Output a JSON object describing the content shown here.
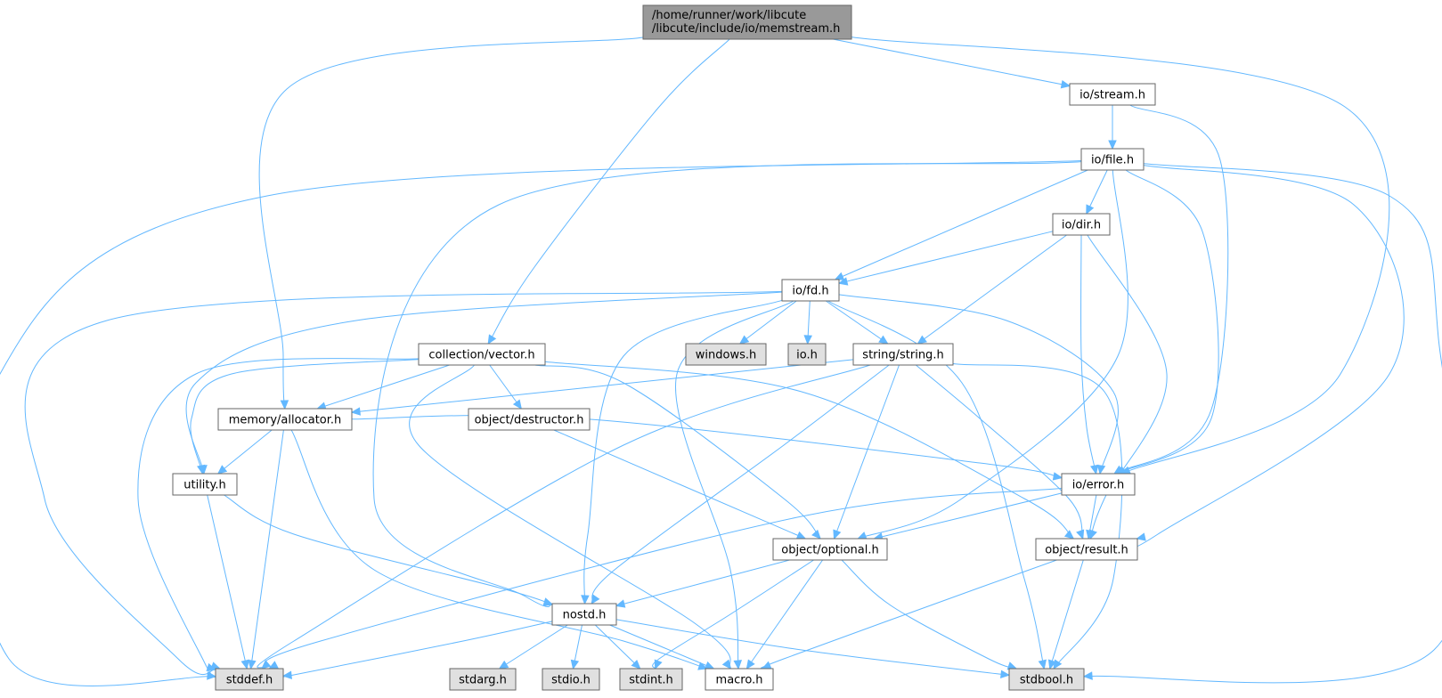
{
  "graph": {
    "root_label": [
      "/home/runner/work/libcute",
      "/libcute/include/io/memstream.h"
    ],
    "colors": {
      "edge": "#63b8ff",
      "root_fill": "#999999",
      "local_fill": "#ffffff",
      "system_fill": "#e0e0e0",
      "border": "#666666"
    },
    "nodes": [
      {
        "id": "memstream",
        "label": [
          "/home/runner/work/libcute",
          "/libcute/include/io/memstream.h"
        ],
        "kind": "root"
      },
      {
        "id": "stream",
        "label": [
          "io/stream.h"
        ],
        "kind": "local"
      },
      {
        "id": "file",
        "label": [
          "io/file.h"
        ],
        "kind": "local"
      },
      {
        "id": "dir",
        "label": [
          "io/dir.h"
        ],
        "kind": "local"
      },
      {
        "id": "fd",
        "label": [
          "io/fd.h"
        ],
        "kind": "local"
      },
      {
        "id": "windows",
        "label": [
          "windows.h"
        ],
        "kind": "system"
      },
      {
        "id": "ioh",
        "label": [
          "io.h"
        ],
        "kind": "system"
      },
      {
        "id": "string",
        "label": [
          "string/string.h"
        ],
        "kind": "local"
      },
      {
        "id": "vector",
        "label": [
          "collection/vector.h"
        ],
        "kind": "local"
      },
      {
        "id": "allocator",
        "label": [
          "memory/allocator.h"
        ],
        "kind": "local"
      },
      {
        "id": "destructor",
        "label": [
          "object/destructor.h"
        ],
        "kind": "local"
      },
      {
        "id": "utility",
        "label": [
          "utility.h"
        ],
        "kind": "local"
      },
      {
        "id": "error",
        "label": [
          "io/error.h"
        ],
        "kind": "local"
      },
      {
        "id": "optional",
        "label": [
          "object/optional.h"
        ],
        "kind": "local"
      },
      {
        "id": "result",
        "label": [
          "object/result.h"
        ],
        "kind": "local"
      },
      {
        "id": "nostd",
        "label": [
          "nostd.h"
        ],
        "kind": "local"
      },
      {
        "id": "stddef",
        "label": [
          "stddef.h"
        ],
        "kind": "system"
      },
      {
        "id": "stdarg",
        "label": [
          "stdarg.h"
        ],
        "kind": "system"
      },
      {
        "id": "stdio",
        "label": [
          "stdio.h"
        ],
        "kind": "system"
      },
      {
        "id": "stdint",
        "label": [
          "stdint.h"
        ],
        "kind": "system"
      },
      {
        "id": "macro",
        "label": [
          "macro.h"
        ],
        "kind": "local"
      },
      {
        "id": "stdbool",
        "label": [
          "stdbool.h"
        ],
        "kind": "system"
      }
    ],
    "edges": [
      [
        "memstream",
        "stream"
      ],
      [
        "memstream",
        "error"
      ],
      [
        "memstream",
        "vector"
      ],
      [
        "memstream",
        "allocator"
      ],
      [
        "stream",
        "file"
      ],
      [
        "stream",
        "error"
      ],
      [
        "file",
        "dir"
      ],
      [
        "file",
        "fd"
      ],
      [
        "file",
        "error"
      ],
      [
        "file",
        "optional"
      ],
      [
        "file",
        "result"
      ],
      [
        "file",
        "stddef"
      ],
      [
        "file",
        "nostd"
      ],
      [
        "file",
        "stdbool"
      ],
      [
        "dir",
        "fd"
      ],
      [
        "dir",
        "string"
      ],
      [
        "dir",
        "error"
      ],
      [
        "dir",
        "result"
      ],
      [
        "fd",
        "windows"
      ],
      [
        "fd",
        "ioh"
      ],
      [
        "fd",
        "string"
      ],
      [
        "fd",
        "error"
      ],
      [
        "fd",
        "utility"
      ],
      [
        "fd",
        "stddef"
      ],
      [
        "fd",
        "nostd"
      ],
      [
        "fd",
        "macro"
      ],
      [
        "fd",
        "stdbool"
      ],
      [
        "string",
        "allocator"
      ],
      [
        "string",
        "optional"
      ],
      [
        "string",
        "result"
      ],
      [
        "string",
        "nostd"
      ],
      [
        "string",
        "stddef"
      ],
      [
        "string",
        "stdbool"
      ],
      [
        "vector",
        "allocator"
      ],
      [
        "vector",
        "destructor"
      ],
      [
        "vector",
        "utility"
      ],
      [
        "vector",
        "stddef"
      ],
      [
        "vector",
        "optional"
      ],
      [
        "vector",
        "result"
      ],
      [
        "vector",
        "macro"
      ],
      [
        "allocator",
        "utility"
      ],
      [
        "allocator",
        "stddef"
      ],
      [
        "allocator",
        "error"
      ],
      [
        "allocator",
        "macro"
      ],
      [
        "destructor",
        "optional"
      ],
      [
        "utility",
        "stddef"
      ],
      [
        "utility",
        "nostd"
      ],
      [
        "error",
        "optional"
      ],
      [
        "error",
        "result"
      ],
      [
        "error",
        "stddef"
      ],
      [
        "optional",
        "nostd"
      ],
      [
        "optional",
        "stdint"
      ],
      [
        "optional",
        "macro"
      ],
      [
        "optional",
        "stdbool"
      ],
      [
        "result",
        "macro"
      ],
      [
        "result",
        "stdbool"
      ],
      [
        "nostd",
        "stdarg"
      ],
      [
        "nostd",
        "stdio"
      ],
      [
        "nostd",
        "stdint"
      ],
      [
        "nostd",
        "macro"
      ],
      [
        "nostd",
        "stddef"
      ],
      [
        "nostd",
        "stdbool"
      ]
    ]
  }
}
